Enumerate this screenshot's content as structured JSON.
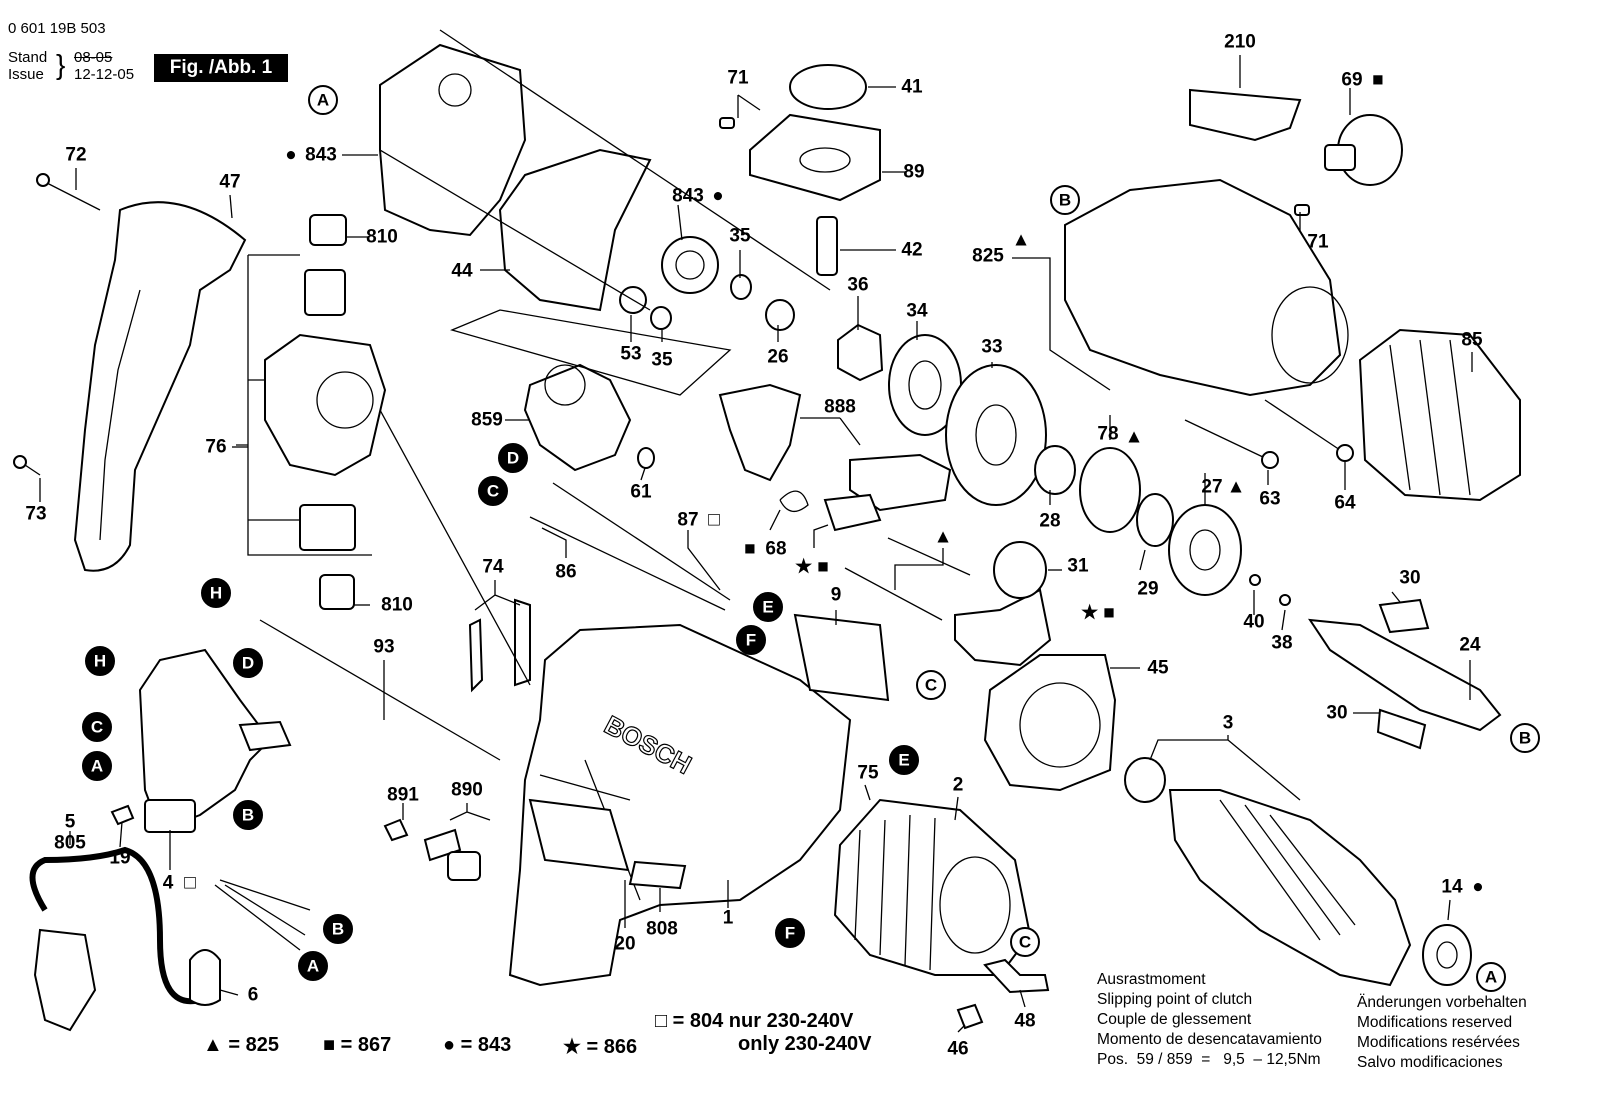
{
  "header": {
    "doc_number": "0 601 19B 503",
    "stand_label": "Stand",
    "issue_label": "Issue",
    "old_date": "08-05",
    "new_date": "12-12-05",
    "figure_label": "Fig. /Abb. 1"
  },
  "part_labels": {
    "p210": "210",
    "p69": "69",
    "p41": "41",
    "p71a": "71",
    "p89": "89",
    "p843a": "843",
    "p47": "47",
    "p72": "72",
    "p810a": "810",
    "p843b": "843",
    "p35a": "35",
    "p42": "42",
    "p825": "825",
    "p71b": "71",
    "p44": "44",
    "p36": "36",
    "p34": "34",
    "p33": "33",
    "p85": "85",
    "p53": "53",
    "p35b": "35",
    "p26": "26",
    "p76": "76",
    "p859": "859",
    "p888": "888",
    "p78": "78",
    "p61": "61",
    "p27": "27",
    "p63": "63",
    "p64": "64",
    "p73": "73",
    "p28": "28",
    "p87": "87",
    "p68": "68",
    "p86": "86",
    "p29": "29",
    "p31": "31",
    "p74": "74",
    "p30a": "30",
    "p810b": "810",
    "p9": "9",
    "p40": "40",
    "p38": "38",
    "p24": "24",
    "p93": "93",
    "p45": "45",
    "p30b": "30",
    "p3": "3",
    "p891": "891",
    "p890": "890",
    "p75": "75",
    "p2": "2",
    "p5": "5",
    "p805": "805",
    "p19": "19",
    "p4": "4",
    "p14": "14",
    "p1": "1",
    "p808": "808",
    "p20": "20",
    "p6": "6",
    "p48": "48",
    "p46": "46"
  },
  "part_symbols": {
    "p69": "■",
    "p843a": "●",
    "p843b": "●",
    "p825": "▲",
    "p78": "▲",
    "p27": "▲",
    "p87": "□",
    "p68": "■",
    "p31": "★ ■",
    "p4": "□",
    "p14": "●"
  },
  "reference_markers": [
    {
      "name": "ref-a-top",
      "letter": "A",
      "style": "outline"
    },
    {
      "name": "ref-b-top",
      "letter": "B",
      "style": "outline"
    },
    {
      "name": "ref-d-cable",
      "letter": "D",
      "style": "filled"
    },
    {
      "name": "ref-c-cable",
      "letter": "C",
      "style": "filled"
    },
    {
      "name": "ref-h-cable",
      "letter": "H",
      "style": "filled"
    },
    {
      "name": "ref-e-cable",
      "letter": "E",
      "style": "filled"
    },
    {
      "name": "ref-f-cable",
      "letter": "F",
      "style": "filled"
    },
    {
      "name": "ref-h-switch",
      "letter": "H",
      "style": "filled"
    },
    {
      "name": "ref-d-switch",
      "letter": "D",
      "style": "filled"
    },
    {
      "name": "ref-c-switch",
      "letter": "C",
      "style": "filled"
    },
    {
      "name": "ref-a-switch",
      "letter": "A",
      "style": "filled"
    },
    {
      "name": "ref-b-switch",
      "letter": "B",
      "style": "filled"
    },
    {
      "name": "ref-c-bearing",
      "letter": "C",
      "style": "outline"
    },
    {
      "name": "ref-b-spindle",
      "letter": "B",
      "style": "outline"
    },
    {
      "name": "ref-e-stator",
      "letter": "E",
      "style": "filled"
    },
    {
      "name": "ref-f-stator",
      "letter": "F",
      "style": "filled"
    },
    {
      "name": "ref-c-stator",
      "letter": "C",
      "style": "outline"
    },
    {
      "name": "ref-b-cord",
      "letter": "B",
      "style": "filled"
    },
    {
      "name": "ref-a-cord",
      "letter": "A",
      "style": "filled"
    },
    {
      "name": "ref-a-armature",
      "letter": "A",
      "style": "outline"
    }
  ],
  "legend": {
    "triangle": "▲ = 825",
    "square": "■ = 867",
    "circle": "● = 843",
    "star": "★ = 866",
    "voltage_line1": "□ = 804 nur 230-240V",
    "voltage_line2": "only 230-240V"
  },
  "clutch_note": {
    "line1": "Ausrastmoment",
    "line2": "Slipping point of clutch",
    "line3": "Couple de glessement",
    "line4": "Momento de desencatavamiento",
    "line5": "Pos.  59 / 859  =   9,5  – 12,5Nm"
  },
  "modifications_note": {
    "line1": "Änderungen vorbehalten",
    "line2": "Modifications reserved",
    "line3": "Modifications resérvées",
    "line4": "Salvo modificaciones"
  },
  "housing_brand": "BOSCH"
}
